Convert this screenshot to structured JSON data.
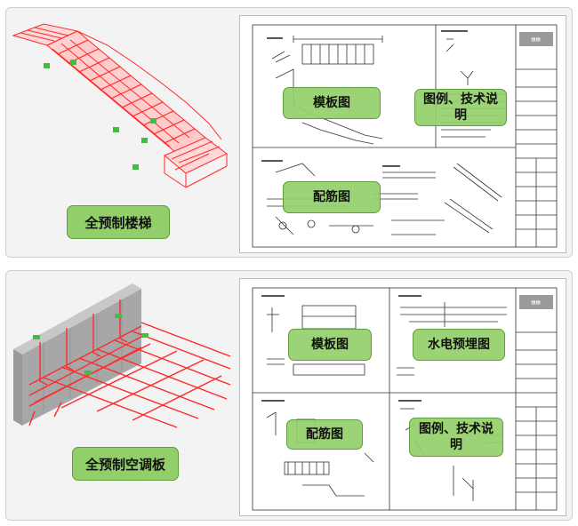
{
  "panels": [
    {
      "caption": "全预制楼梯",
      "drawing_labels": {
        "formwork": "模板图",
        "legend": "图例、技术说明",
        "rebar": "配筋图"
      }
    },
    {
      "caption": "全预制空调板",
      "drawing_labels": {
        "formwork": "模板图",
        "embedded": "水电预埋图",
        "rebar": "配筋图",
        "legend": "图例、技术说明"
      }
    }
  ],
  "colors": {
    "rebar": "#ff2a2a",
    "label_fill": "#92cf6a",
    "label_border": "#5f9e3a",
    "concrete": "#a7a7a7"
  }
}
